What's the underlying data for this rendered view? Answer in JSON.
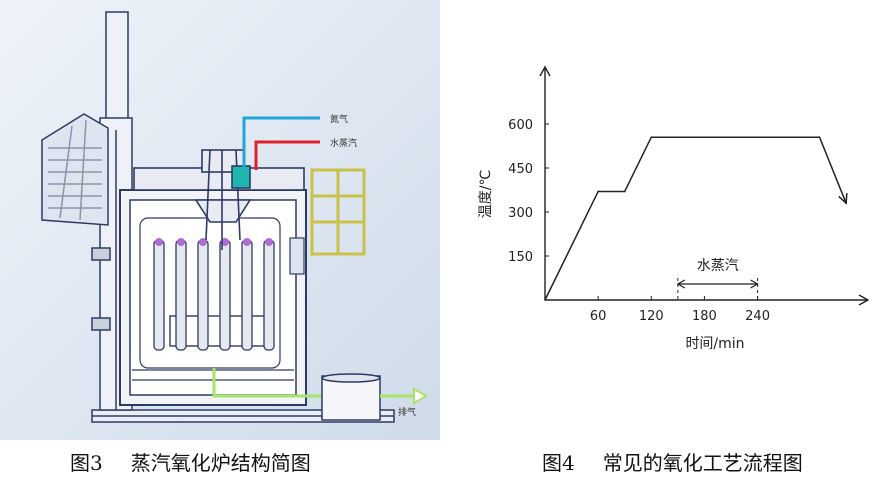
{
  "figure3": {
    "caption_number": "图3",
    "caption_text": "蒸汽氧化炉结构简图",
    "labels": {
      "nitrogen": "氮气",
      "water_vapor": "水蒸汽",
      "exhaust": "排气"
    },
    "colors": {
      "nitrogen_line": "#22a5d6",
      "water_vapor_line": "#e0202a",
      "exhaust_line": "#a8e36a",
      "frame_line": "#2e3a66",
      "rack": "#d9d36a",
      "heater_tubes": "#b06bd4"
    }
  },
  "figure4": {
    "caption_number": "图4",
    "caption_text": "常见的氧化工艺流程图"
  },
  "chart_data": {
    "type": "line",
    "xlabel": "时间/min",
    "ylabel": "温度/℃",
    "x_ticks": [
      60,
      120,
      180,
      240
    ],
    "y_ticks": [
      150,
      300,
      450,
      600
    ],
    "xlim": [
      0,
      350
    ],
    "ylim": [
      0,
      750
    ],
    "series": [
      {
        "x": [
          0,
          60,
          90,
          120,
          310,
          340
        ],
        "y": [
          0,
          370,
          370,
          555,
          555,
          330
        ]
      }
    ],
    "end_arrow": true,
    "annotation": {
      "text": "水蒸汽",
      "x_start": 150,
      "x_end": 240
    }
  }
}
